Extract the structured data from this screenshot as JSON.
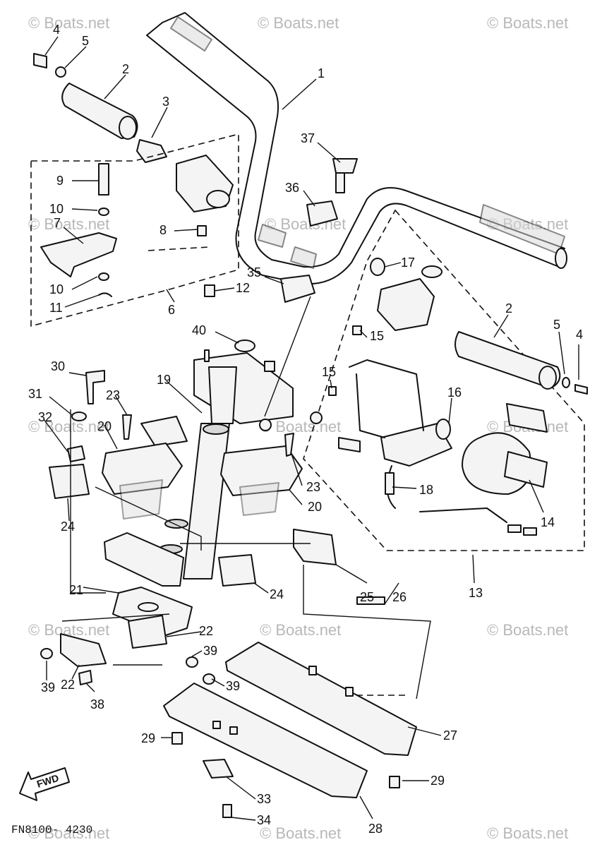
{
  "watermark": "© Boats.net",
  "figure_code": "FN8100- 4230",
  "fwd_label": "FWD",
  "callouts": {
    "c1": "1",
    "c2a": "2",
    "c2b": "2",
    "c3": "3",
    "c4a": "4",
    "c4b": "4",
    "c5a": "5",
    "c5b": "5",
    "c6": "6",
    "c7": "7",
    "c8": "8",
    "c9": "9",
    "c10a": "10",
    "c10b": "10",
    "c11": "11",
    "c12": "12",
    "c13": "13",
    "c14": "14",
    "c15a": "15",
    "c15b": "15",
    "c16": "16",
    "c17": "17",
    "c18": "18",
    "c19": "19",
    "c20a": "20",
    "c20b": "20",
    "c21": "21",
    "c22a": "22",
    "c22b": "22",
    "c23a": "23",
    "c23b": "23",
    "c24a": "24",
    "c24b": "24",
    "c25": "25",
    "c26": "26",
    "c27": "27",
    "c28": "28",
    "c29a": "29",
    "c29b": "29",
    "c30": "30",
    "c31": "31",
    "c32": "32",
    "c33": "33",
    "c34": "34",
    "c35": "35",
    "c36": "36",
    "c37": "37",
    "c38": "38",
    "c39a": "39",
    "c39b": "39",
    "c39c": "39",
    "c40": "40"
  }
}
